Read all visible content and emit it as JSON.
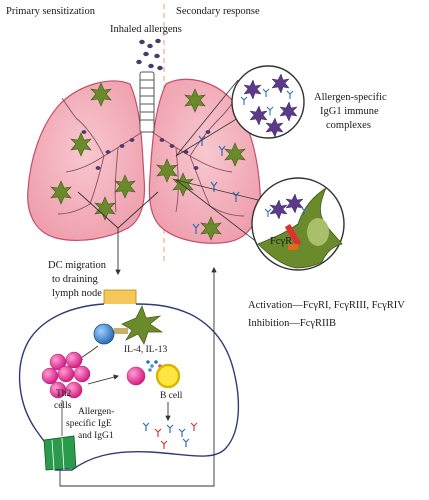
{
  "labels": {
    "primary_sensitization": "Primary sensitization",
    "secondary_response": "Secondary response",
    "inhaled_allergens": "Inhaled allergens",
    "allergen_specific_igg1_line1": "Allergen-specific",
    "allergen_specific_igg1_line2": "IgG1 immune",
    "allergen_specific_igg1_line3": "complexes",
    "fcgr": "FcγR",
    "dc_migration_line1": "DC migration",
    "dc_migration_line2": "to draining",
    "dc_migration_line3": "lymph node",
    "activation": "Activation—FcγRI, FcγRIII, FcγRIV",
    "inhibition": "Inhibition—FcγRIIB",
    "il4_il13": "IL-4, IL-13",
    "th2_line1": "Th2",
    "th2_line2": "cells",
    "b_cell": "B cell",
    "ige_line1": "Allergen-",
    "ige_line2": "specific IgE",
    "ige_line3": "and IgG1"
  },
  "colors": {
    "lung_fill": "#f4b8c0",
    "lung_stroke": "#c44f6a",
    "dendritic_cell": "#6b8a2c",
    "dc_nucleus": "#a9bf6a",
    "allergen_particle": "#4a3a6a",
    "immune_complex": "#5b3a8a",
    "lymph_node_stroke": "#2e3c7a",
    "th2_cell": "#e8389a",
    "b_cell": "#ffe642",
    "b_cell_ring": "#d4b800",
    "antibody_blue": "#2f6fb5",
    "antibody_red": "#d23a3a",
    "fcr_red": "#e03030",
    "lymph_vessel": "#f6c75a",
    "efferent_vessel": "#2a9b4a",
    "divider": "#e8a06a"
  }
}
